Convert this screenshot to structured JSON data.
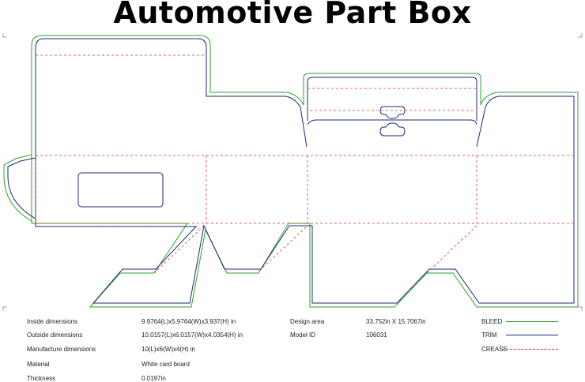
{
  "title": "Automotive Part Box",
  "specs": [
    {
      "label": "Inside dimensions",
      "value": "9.9764(L)x5.9764(W)x3.937(H) in"
    },
    {
      "label": "Outside dimensions",
      "value": "10.0157(L)x6.0157(W)x4.0354(H) in"
    },
    {
      "label": "Manufacture dimensions",
      "value": "10(L)x6(W)x4(H) in"
    },
    {
      "label": "Material",
      "value": "White card board"
    },
    {
      "label": "Thickness",
      "value": "0.0197in"
    }
  ],
  "meta": [
    {
      "label": "Design area",
      "value": "33.752in X 15.7067in"
    },
    {
      "label": "Model ID",
      "value": "106031"
    }
  ],
  "legend": [
    {
      "label": "BLEED",
      "color": "#2aa52a",
      "style": "solid"
    },
    {
      "label": "TRIM",
      "color": "#1e2a78",
      "style": "solid"
    },
    {
      "label": "CREASE",
      "color": "#d23030",
      "style": "dashed"
    }
  ]
}
